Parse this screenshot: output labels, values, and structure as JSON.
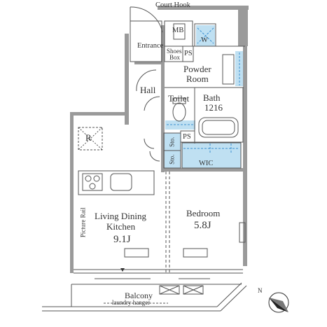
{
  "rooms": {
    "court_hook": "Court Hook",
    "mb": "MB",
    "w": "W",
    "entrance": "Entrance",
    "shoes_box_1": "Shoes",
    "shoes_box_2": "Box",
    "ps_top": "PS",
    "powder_room_1": "Powder",
    "powder_room_2": "Room",
    "hall": "Hall",
    "toilet": "Toilet",
    "bath": "Bath",
    "bath_size": "1216",
    "ps_mid": "PS",
    "refrigerator": "R",
    "sto_1": "Sto.",
    "sto_2": "Sto.",
    "wic": "WIC",
    "ldk_1": "Living Dining",
    "ldk_2": "Kitchen",
    "ldk_size": "9.1J",
    "bedroom": "Bedroom",
    "bedroom_size": "5.8J",
    "picture_rail": "Picture Rail",
    "balcony": "Balcony",
    "laundry_hanger": "laundry hanger",
    "north": "N"
  },
  "colors": {
    "wall": "#9a9a9a",
    "line": "#555555",
    "water_area": "#bfe0f2",
    "water_dash": "#3c8fd0"
  }
}
